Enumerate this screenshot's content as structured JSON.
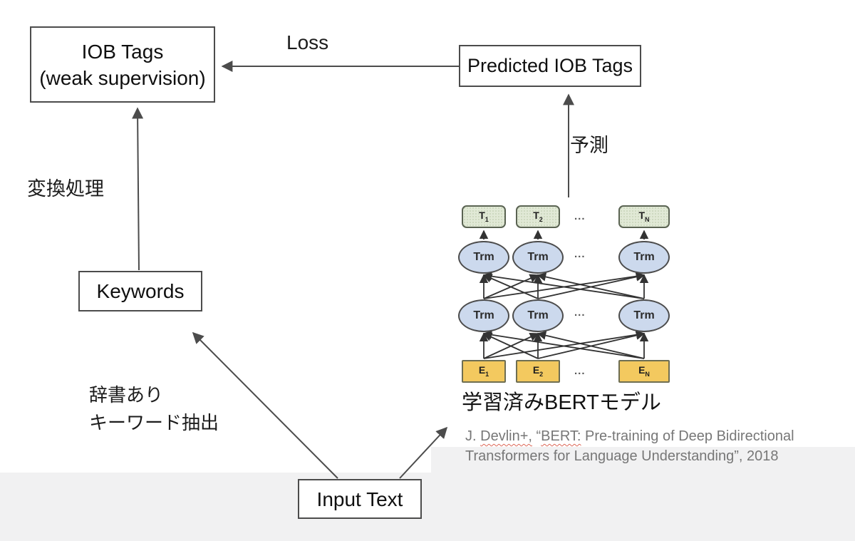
{
  "flow": {
    "iob_line1": "IOB Tags",
    "iob_line2": "(weak supervision)",
    "predicted": "Predicted IOB Tags",
    "keywords": "Keywords",
    "input": "Input Text",
    "loss": "Loss",
    "predict": "予測",
    "convert": "変換処理",
    "extract1": "辞書あり",
    "extract2": "キーワード抽出"
  },
  "bert": {
    "title": "学習済みBERTモデル",
    "trm": "Trm",
    "dots": "...",
    "outputs": [
      {
        "base": "T",
        "sub": "1"
      },
      {
        "base": "T",
        "sub": "2"
      },
      {
        "base": "T",
        "sub": "N"
      }
    ],
    "inputs": [
      {
        "base": "E",
        "sub": "1"
      },
      {
        "base": "E",
        "sub": "2"
      },
      {
        "base": "E",
        "sub": "N"
      }
    ]
  },
  "citation": {
    "p1": "J. ",
    "sq1": "Devlin+,",
    "p2": " “",
    "sq2": "BERT:",
    "p3": " Pre-training of Deep Bidirectional",
    "line2": "Transformers for Language Understanding”, 2018"
  },
  "colors": {
    "box_border": "#4c4c4c",
    "arrow": "#4c4c4c",
    "bert_output_fill": "#e1e9d6",
    "bert_transformer_fill": "#ccd9ed",
    "bert_input_fill": "#f3c95f",
    "citation_text": "#777777",
    "spellcheck_underline": "#dd6757",
    "background_band": "#f1f1f2"
  }
}
